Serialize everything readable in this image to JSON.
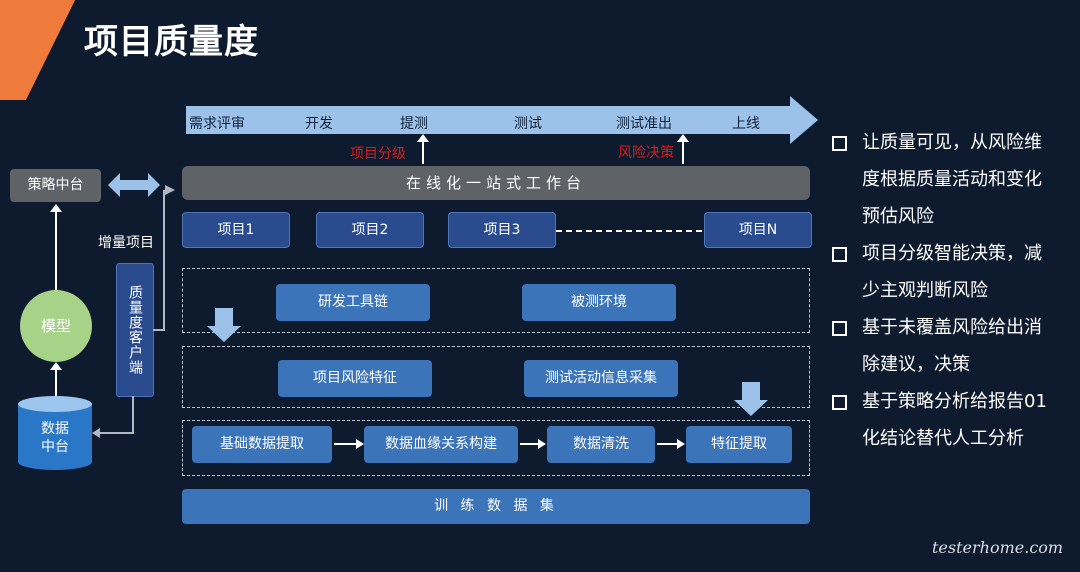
{
  "title": "项目质量度",
  "stages": [
    "需求评审",
    "开发",
    "提测",
    "测试",
    "测试准出",
    "上线"
  ],
  "stage_labels": {
    "grading": "项目分级",
    "risk_decision": "风险决策"
  },
  "platform": "在线化一站式工作台",
  "projects": [
    "项目1",
    "项目2",
    "项目3",
    "项目N"
  ],
  "tools": {
    "toolchain": "研发工具链",
    "test_env": "被测环境"
  },
  "features": {
    "risk": "项目风险特征",
    "collect": "测试活动信息采集"
  },
  "pipeline": [
    "基础数据提取",
    "数据血缘关系构建",
    "数据清洗",
    "特征提取"
  ],
  "training": "训 练 数 据 集",
  "left": {
    "strategy": "策略中台",
    "model": "模型",
    "data_center_1": "数据",
    "data_center_2": "中台",
    "incremental": "增量项目",
    "client": "质量度客户端"
  },
  "bullets": [
    [
      "让质量可见，从风险维",
      "度根据质量活动和变化",
      "预估风险"
    ],
    [
      "项目分级智能决策，减",
      "少主观判断风险"
    ],
    [
      "基于未覆盖风险给出消",
      "除建议，决策"
    ],
    [
      "基于策略分析给报告01",
      "化结论替代人工分析"
    ]
  ],
  "watermark": "testerhome.com"
}
